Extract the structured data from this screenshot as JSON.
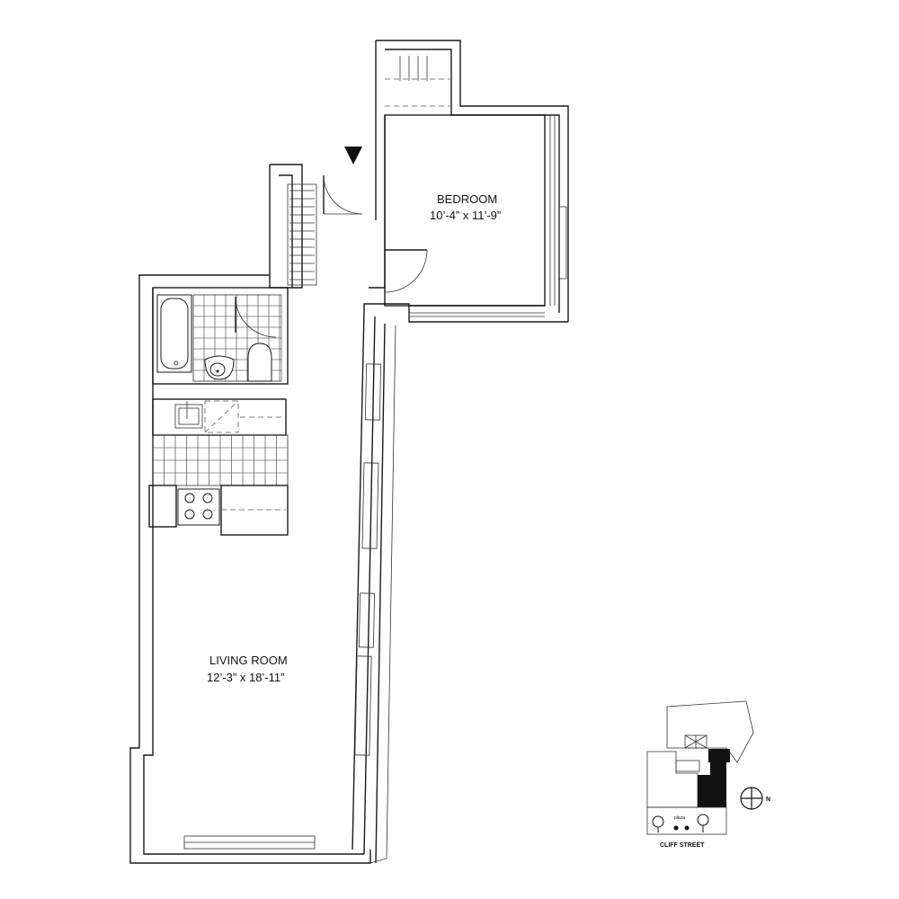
{
  "rooms": {
    "bedroom": {
      "name": "BEDROOM",
      "dimensions": "10’-4” x 11’-9”"
    },
    "living_room": {
      "name": "LIVING ROOM",
      "dimensions": "12’-3” x 18’-11”"
    }
  },
  "key_plan": {
    "street": "CLIFF STREET",
    "plaza": "plaza",
    "north": "N"
  },
  "icons": {
    "entry": "entry-arrow-icon",
    "compass": "north-compass-icon"
  }
}
